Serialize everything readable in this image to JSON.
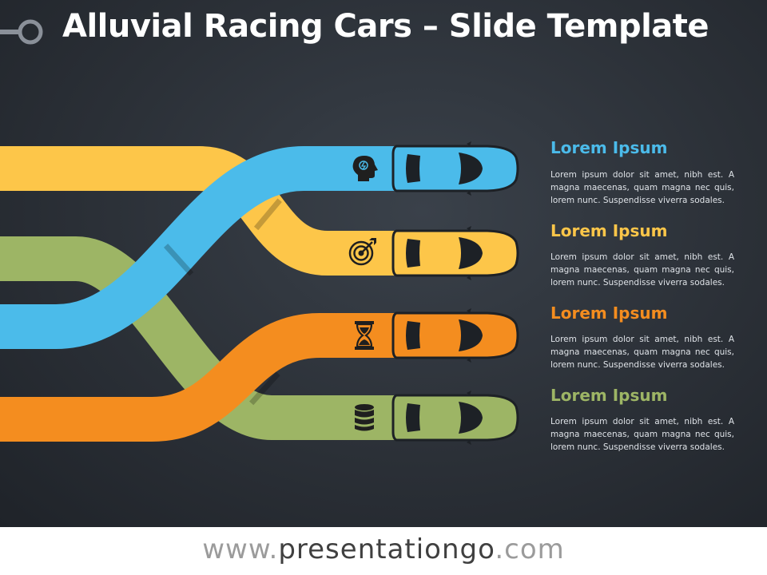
{
  "title": "Alluvial Racing Cars – Slide Template",
  "colors": {
    "blue": "#4bbbea",
    "yellow": "#fdc649",
    "orange": "#f48d1f",
    "green": "#9db565",
    "background": "#2b3037",
    "icon": "#1f1f1f"
  },
  "items": [
    {
      "heading": "Lorem Ipsum",
      "body": "Lorem ipsum dolor sit amet, nibh est. A magna maecenas, quam magna nec quis, lorem nunc. Suspendisse viverra sodales.",
      "color": "#4bbbea",
      "icon": "lightbulb-head-icon"
    },
    {
      "heading": "Lorem Ipsum",
      "body": "Lorem ipsum dolor sit amet, nibh est. A magna maecenas, quam magna nec quis, lorem nunc. Suspendisse viverra sodales.",
      "color": "#fdc649",
      "icon": "target-icon"
    },
    {
      "heading": "Lorem Ipsum",
      "body": "Lorem ipsum dolor sit amet, nibh est. A magna maecenas, quam magna nec quis, lorem nunc. Suspendisse viverra sodales.",
      "color": "#f48d1f",
      "icon": "hourglass-icon"
    },
    {
      "heading": "Lorem Ipsum",
      "body": "Lorem ipsum dolor sit amet, nibh est. A magna maecenas, quam magna nec quis, lorem nunc. Suspendisse viverra sodales.",
      "color": "#9db565",
      "icon": "database-icon"
    }
  ],
  "footer": {
    "prefix": "www.",
    "brand": "presentationgo",
    "suffix": ".com"
  }
}
